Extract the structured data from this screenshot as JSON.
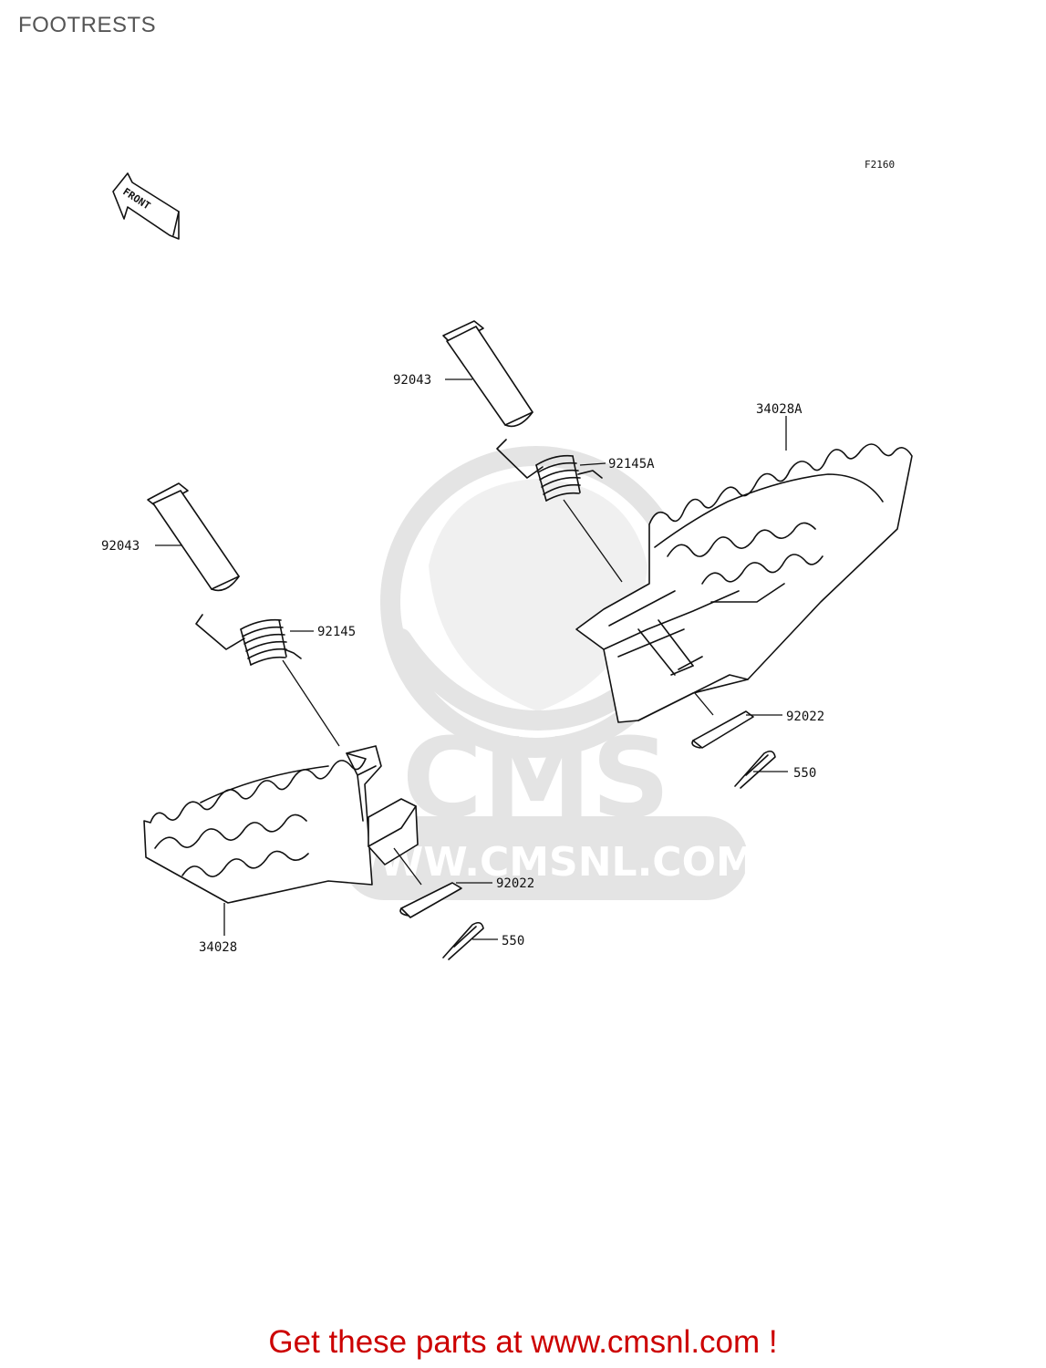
{
  "header": {
    "title": "FOOTRESTS"
  },
  "diagram": {
    "code": "F2160",
    "front_label": "FRONT",
    "watermark": {
      "brand": "CMS",
      "url": "WWW.CMSNL.COM"
    },
    "callouts": [
      {
        "id": "pin-upper",
        "part": "92043"
      },
      {
        "id": "spring-upper",
        "part": "92145A"
      },
      {
        "id": "footrest-right",
        "part": "34028A"
      },
      {
        "id": "pin-lower",
        "part": "92043"
      },
      {
        "id": "spring-lower",
        "part": "92145"
      },
      {
        "id": "washer-right",
        "part": "92022"
      },
      {
        "id": "cotter-right",
        "part": "550"
      },
      {
        "id": "footrest-left",
        "part": "34028"
      },
      {
        "id": "washer-left",
        "part": "92022"
      },
      {
        "id": "cotter-left",
        "part": "550"
      }
    ]
  },
  "footer": {
    "promo": "Get these parts at www.cmsnl.com !"
  },
  "colors": {
    "promo": "#cc0000",
    "title": "#555555",
    "watermark": "#e4e4e4"
  }
}
